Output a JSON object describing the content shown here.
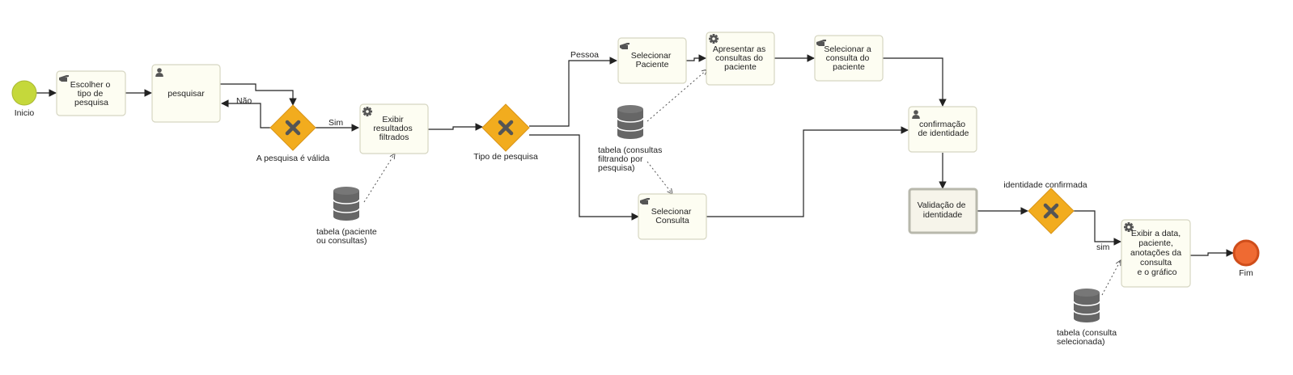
{
  "colors": {
    "start_event": "#c5d83b",
    "end_event": "#ef6a32",
    "gateway": "#f2ac1e",
    "gateway_x": "#555555",
    "task_fill": "#fdfdf2",
    "database": "#666666"
  },
  "events": {
    "start": {
      "label": "Inicio"
    },
    "end": {
      "label": "Fim"
    }
  },
  "tasks": {
    "escolher": {
      "icon": "hand-pointer-icon",
      "lines": [
        "Escolher o",
        "tipo de",
        "pesquisa"
      ]
    },
    "pesquisar": {
      "icon": "user-icon",
      "lines": [
        "pesquisar"
      ]
    },
    "exibir_resultados": {
      "icon": "gear-icon",
      "lines": [
        "Exibir",
        "resultados",
        "filtrados"
      ]
    },
    "selecionar_paciente": {
      "icon": "hand-pointer-icon",
      "lines": [
        "Selecionar",
        "Paciente"
      ]
    },
    "apresentar": {
      "icon": "gear-icon",
      "lines": [
        "Apresentar as",
        "consultas do",
        "paciente"
      ]
    },
    "selecionar_consulta_paciente": {
      "icon": "hand-pointer-icon",
      "lines": [
        "Selecionar a",
        "consulta do",
        "paciente"
      ]
    },
    "selecionar_consulta": {
      "icon": "hand-pointer-icon",
      "lines": [
        "Selecionar",
        "Consulta"
      ]
    },
    "confirmacao": {
      "icon": "user-icon",
      "lines": [
        "confirmação",
        "de identidade"
      ]
    },
    "validacao": {
      "icon": "",
      "lines": [
        "Validação de",
        "identidade"
      ]
    },
    "exibir_data": {
      "icon": "gear-icon",
      "lines": [
        "Exibir a data,",
        "paciente,",
        "anotações da",
        "consulta",
        "e o gráfico"
      ]
    }
  },
  "gateways": {
    "pesquisa_valida": {
      "label": "A pesquisa é válida"
    },
    "tipo_pesquisa": {
      "label": "Tipo de pesquisa"
    },
    "identidade": {
      "label": "identidade confirmada"
    }
  },
  "flow_labels": {
    "nao": "Não",
    "sim": "Sim",
    "pessoa": "Pessoa",
    "sim_lower": "sim"
  },
  "data_stores": {
    "paciente_consultas": {
      "lines": [
        "tabela (paciente",
        "ou consultas)"
      ]
    },
    "consultas_filtrando": {
      "lines": [
        "tabela (consultas",
        "filtrando por",
        "pesquisa)"
      ]
    },
    "consulta_selecionada": {
      "lines": [
        "tabela (consulta",
        "selecionada)"
      ]
    }
  }
}
